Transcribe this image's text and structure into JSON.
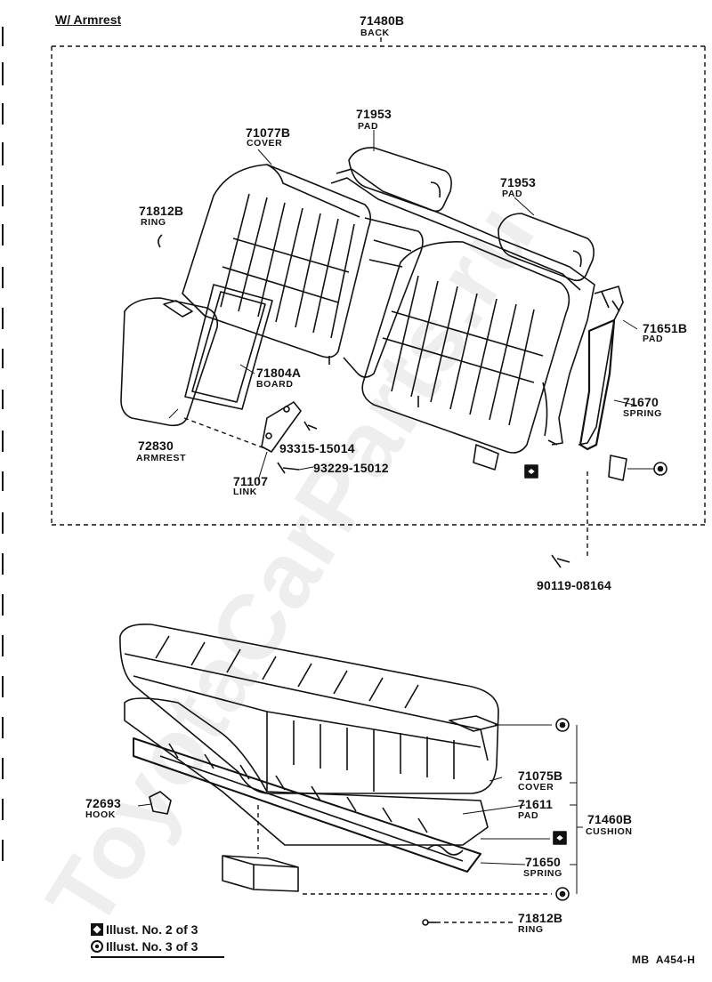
{
  "header": {
    "title": "W/ Armrest"
  },
  "watermark": {
    "text": "ToyotaCarParts.ru"
  },
  "parts": {
    "back": {
      "number": "71480B",
      "name": "BACK"
    },
    "pad_upper_1": {
      "number": "71953",
      "name": "PAD"
    },
    "cover_back": {
      "number": "71077B",
      "name": "COVER"
    },
    "pad_upper_2": {
      "number": "71953",
      "name": "PAD"
    },
    "ring_back": {
      "number": "71812B",
      "name": "RING"
    },
    "pad_side": {
      "number": "71651B",
      "name": "PAD"
    },
    "board": {
      "number": "71804A",
      "name": "BOARD"
    },
    "spring_back": {
      "number": "71670",
      "name": "SPRING"
    },
    "armrest": {
      "number": "72830",
      "name": "ARMREST"
    },
    "bolt_1": {
      "number": "93315-15014"
    },
    "bolt_2": {
      "number": "93229-15012"
    },
    "link": {
      "number": "71107",
      "name": "LINK"
    },
    "bolt_3": {
      "number": "90119-08164"
    },
    "cover_cushion": {
      "number": "71075B",
      "name": "COVER"
    },
    "hook": {
      "number": "72693",
      "name": "HOOK"
    },
    "pad_cushion": {
      "number": "71611",
      "name": "PAD"
    },
    "cushion": {
      "number": "71460B",
      "name": "CUSHION"
    },
    "spring_cushion": {
      "number": "71650",
      "name": "SPRING"
    },
    "ring_cushion": {
      "number": "71812B",
      "name": "RING"
    }
  },
  "legend": {
    "diamond": {
      "icon": "diamond-icon",
      "text": "Illust. No. 2 of 3"
    },
    "circle": {
      "icon": "circle-ring-icon",
      "text": "Illust. No. 3 of 3"
    }
  },
  "footer": {
    "code": "MB  A454-H"
  }
}
